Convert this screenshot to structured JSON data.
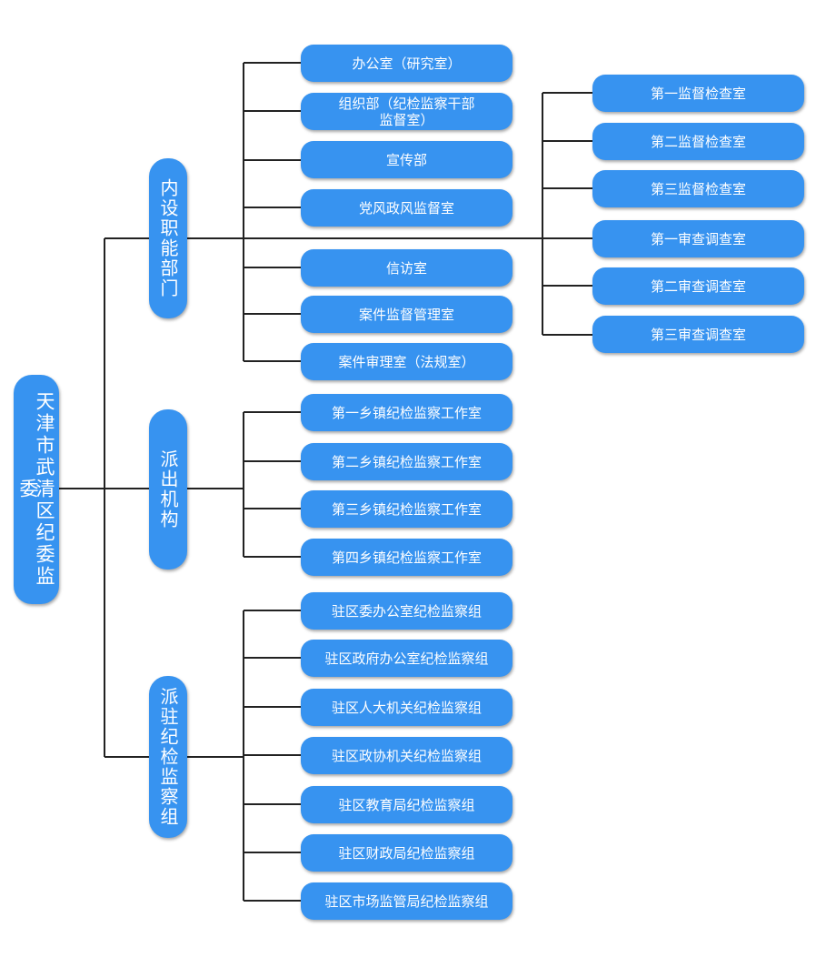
{
  "colors": {
    "node": "#3793f0",
    "node_text": "#ffffff",
    "line": "#222222"
  },
  "root": "天津市武清区纪委监委",
  "branches": {
    "internal": {
      "label": "内设职能部门",
      "items": [
        "办公室（研究室）",
        "组织部（纪检监察干部\n监督室）",
        "宣传部",
        "党风政风监督室",
        "信访室",
        "案件监督管理室",
        "案件审理室（法规室）"
      ],
      "sub_items": [
        "第一监督检查室",
        "第二监督检查室",
        "第三监督检查室",
        "第一审查调查室",
        "第二审查调查室",
        "第三审查调查室"
      ]
    },
    "dispatched": {
      "label": "派出机构",
      "items": [
        "第一乡镇纪检监察工作室",
        "第二乡镇纪检监察工作室",
        "第三乡镇纪检监察工作室",
        "第四乡镇纪检监察工作室"
      ]
    },
    "stationed": {
      "label": "派驻纪检监察组",
      "items": [
        "驻区委办公室纪检监察组",
        "驻区政府办公室纪检监察组",
        "驻区人大机关纪检监察组",
        "驻区政协机关纪检监察组",
        "驻区教育局纪检监察组",
        "驻区财政局纪检监察组",
        "驻区市场监管局纪检监察组"
      ]
    }
  }
}
